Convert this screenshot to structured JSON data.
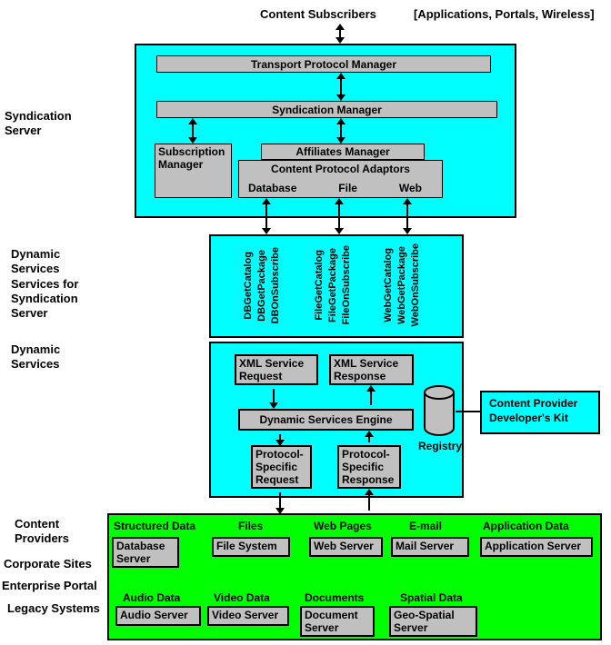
{
  "top": {
    "subscribers_label": "Content Subscribers",
    "channels_label": "[Applications, Portals, Wireless]"
  },
  "side_labels": {
    "syndication_server": "Syndication\nServer",
    "dynamic_services_for": "Dynamic\nServices\nServices for\nSyndication\nServer",
    "dynamic_services": "Dynamic\nServices",
    "content_providers": "Content\nProviders",
    "corporate_sites": "Corporate Sites",
    "enterprise_portal": "Enterprise Portal",
    "legacy_systems": "Legacy Systems"
  },
  "syndication_server": {
    "transport_protocol_manager": "Transport Protocol Manager",
    "syndication_manager": "Syndication Manager",
    "subscription_manager": "Subscription\nManager",
    "affiliates_manager": "Affiliates Manager",
    "content_protocol_adaptors": "Content Protocol Adaptors",
    "adaptor_database": "Database",
    "adaptor_file": "File",
    "adaptor_web": "Web"
  },
  "services_for_syndication": {
    "db": [
      "DBGetCatalog",
      "DBGetPackage",
      "DBOnSubscribe"
    ],
    "file": [
      "FileGetCatalog",
      "FileGetPackage",
      "FileOnSubscribe"
    ],
    "web": [
      "WebGetCatalog",
      "WebGetPackage",
      "WebOnSubscribe"
    ]
  },
  "dynamic_services": {
    "xml_service_request": "XML Service\nRequest",
    "xml_service_response": "XML Service\nResponse",
    "engine": "Dynamic Services Engine",
    "registry_label": "Registry",
    "protocol_specific_request": "Protocol-\nSpecific\nRequest",
    "protocol_specific_response": "Protocol-\nSpecific\nResponse",
    "developers_kit": "Content Provider\nDeveloper's Kit"
  },
  "content_providers": {
    "row1": [
      {
        "category": "Structured Data",
        "server": "Database\nServer"
      },
      {
        "category": "Files",
        "server": "File System"
      },
      {
        "category": "Web Pages",
        "server": "Web Server"
      },
      {
        "category": "E-mail",
        "server": "Mail Server"
      },
      {
        "category": "Application Data",
        "server": "Application Server"
      }
    ],
    "row2": [
      {
        "category": "Audio Data",
        "server": "Audio Server"
      },
      {
        "category": "Video Data",
        "server": "Video Server"
      },
      {
        "category": "Documents",
        "server": "Document\nServer"
      },
      {
        "category": "Spatial Data",
        "server": "Geo-Spatial\nServer"
      }
    ]
  },
  "colors": {
    "cyan": "#00FFFF",
    "green": "#00FF00",
    "magenta": "#FF00FF",
    "gray": "#C0C0C0",
    "text": "#000000"
  }
}
